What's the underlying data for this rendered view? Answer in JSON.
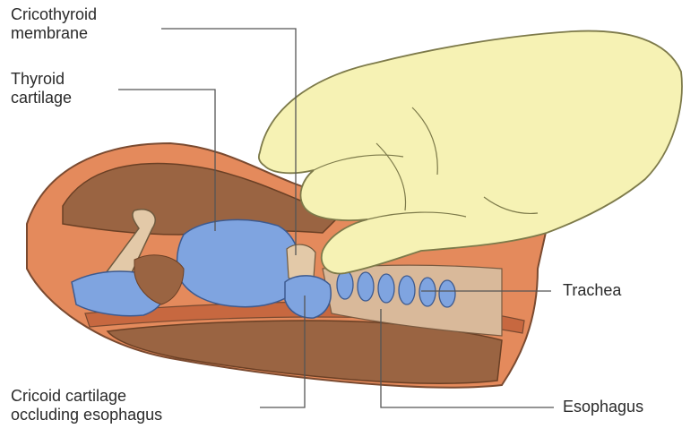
{
  "labels": {
    "cricothyroid_line1": "Cricothyroid",
    "cricothyroid_line2": "membrane",
    "thyroid_line1": "Thyroid",
    "thyroid_line2": "cartilage",
    "trachea": "Trachea",
    "cricoid_line1": "Cricoid cartilage",
    "cricoid_line2": "occluding esophagus",
    "esophagus": "Esophagus"
  },
  "colors": {
    "skin": "#e48a5c",
    "tissue_brown": "#9a6442",
    "cartilage_blue": "#7fa4e0",
    "bone": "#e3c9a8",
    "glove": "#f6f2b4",
    "glove_outline": "#7d7a4a",
    "leader_line": "#555555"
  }
}
